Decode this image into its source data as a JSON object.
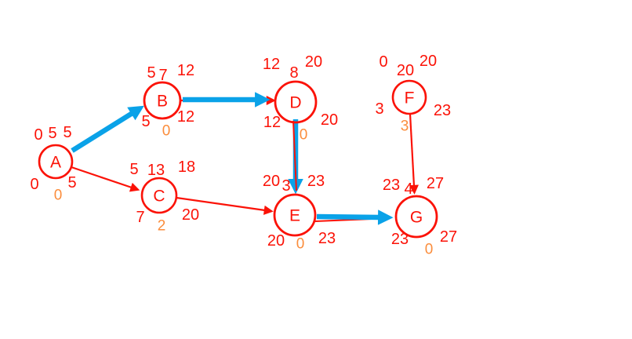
{
  "diagram": {
    "kind": "cpm-activity-network",
    "description": "Activity-on-node network with critical path highlighted in blue",
    "critical_path": [
      "A",
      "B",
      "D",
      "E",
      "G"
    ]
  },
  "colors": {
    "node_and_text": "#fb1207",
    "critical_edge": "#0aa2e8",
    "slack_text": "#fb8d3c",
    "background": "#ffffff"
  },
  "nodes": {
    "A": {
      "label": "A",
      "es": "0",
      "duration": "5",
      "ef": "5",
      "ls": "0",
      "lf": "5",
      "slack": "0"
    },
    "B": {
      "label": "B",
      "es": "5",
      "duration": "7",
      "ef": "12",
      "ls": "5",
      "lf": "12",
      "slack": "0"
    },
    "C": {
      "label": "C",
      "es": "5",
      "duration": "13",
      "ef": "18",
      "ls": "7",
      "lf": "20",
      "slack": "2"
    },
    "D": {
      "label": "D",
      "es": "12",
      "duration": "8",
      "ef": "20",
      "ls": "12",
      "lf": "20",
      "slack": "0"
    },
    "E": {
      "label": "E",
      "es": "20",
      "duration": "3",
      "ef": "23",
      "ls": "20",
      "lf": "23",
      "slack": "0"
    },
    "F": {
      "label": "F",
      "es": "0",
      "duration": "20",
      "ef": "20",
      "ls": "3",
      "lf": "23",
      "slack": "3"
    },
    "G": {
      "label": "G",
      "es": "23",
      "duration": "4",
      "ef": "27",
      "ls": "23",
      "lf": "27",
      "slack": "0"
    }
  },
  "edges": [
    {
      "from": "A",
      "to": "B",
      "critical": true
    },
    {
      "from": "A",
      "to": "C",
      "critical": false
    },
    {
      "from": "B",
      "to": "D",
      "critical": true
    },
    {
      "from": "C",
      "to": "E",
      "critical": false
    },
    {
      "from": "D",
      "to": "E",
      "critical": true
    },
    {
      "from": "E",
      "to": "G",
      "critical": true
    },
    {
      "from": "F",
      "to": "G",
      "critical": false
    }
  ]
}
